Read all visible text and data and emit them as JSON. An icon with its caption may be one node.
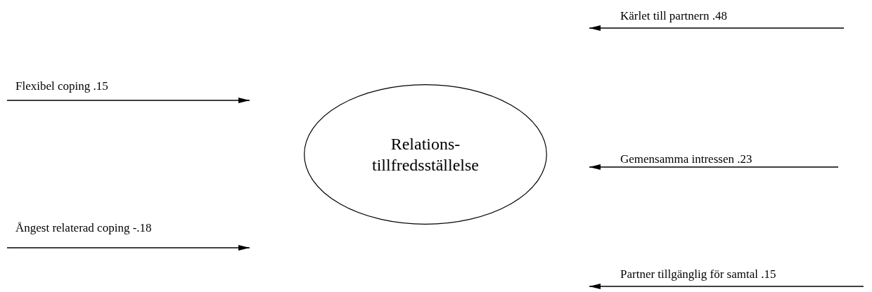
{
  "diagram": {
    "nodes": [
      {
        "text": [
          "Relations- tillfredsställelse"
        ]
      }
    ],
    "labels": [
      "Kärlet till partnern .48",
      "Flexibel coping .15",
      "Gemensamma intressen .23",
      "Ångest relaterad coping -.18",
      "Partner tillgänglig för samtal .15"
    ]
  }
}
